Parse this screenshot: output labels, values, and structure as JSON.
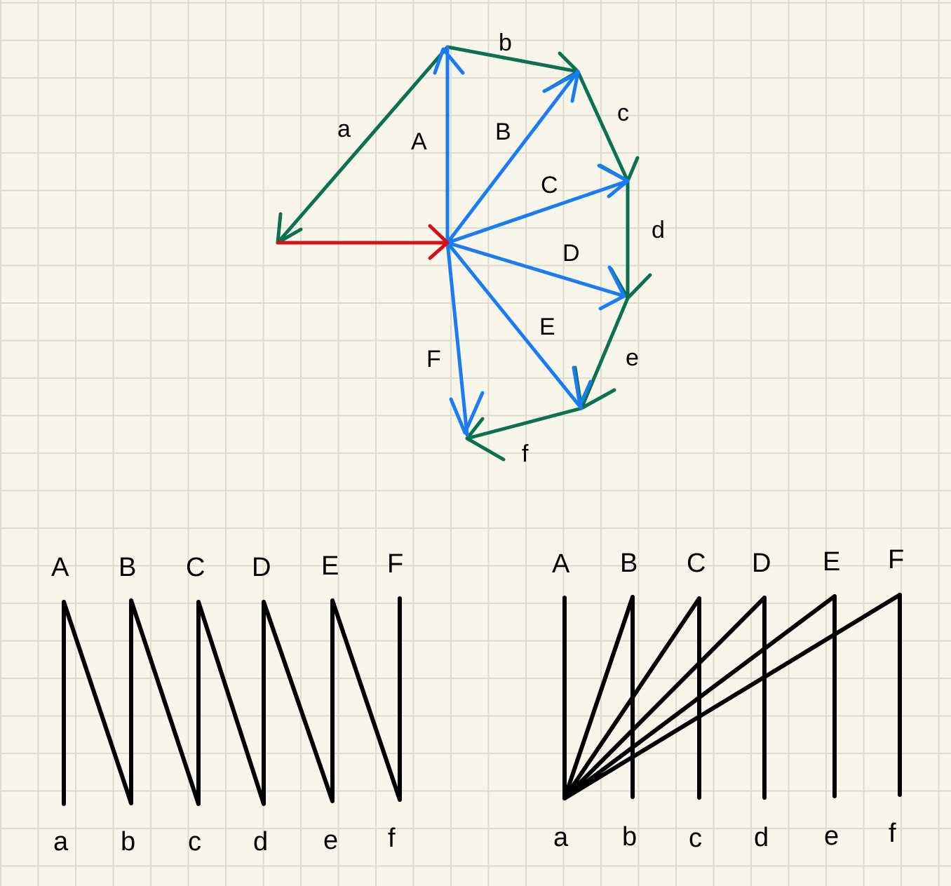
{
  "colors": {
    "paper": "#f8f6ea",
    "grid": "#dedccd",
    "blue": "#1a7cf4",
    "green": "#0d7150",
    "red": "#d70f16",
    "ink": "#000000"
  },
  "vector_diagram": {
    "blue_vectors": [
      {
        "label": "A"
      },
      {
        "label": "B"
      },
      {
        "label": "C"
      },
      {
        "label": "D"
      },
      {
        "label": "E"
      },
      {
        "label": "F"
      }
    ],
    "green_vectors": [
      {
        "label": "a"
      },
      {
        "label": "b"
      },
      {
        "label": "c"
      },
      {
        "label": "d"
      },
      {
        "label": "e"
      },
      {
        "label": "f"
      }
    ]
  },
  "zigzag_diagram": {
    "top_labels": [
      "A",
      "B",
      "C",
      "D",
      "E",
      "F"
    ],
    "bottom_labels": [
      "a",
      "b",
      "c",
      "d",
      "e",
      "f"
    ]
  },
  "fan_diagram": {
    "top_labels": [
      "A",
      "B",
      "C",
      "D",
      "E",
      "F"
    ],
    "bottom_labels": [
      "a",
      "b",
      "c",
      "d",
      "e",
      "f"
    ]
  }
}
